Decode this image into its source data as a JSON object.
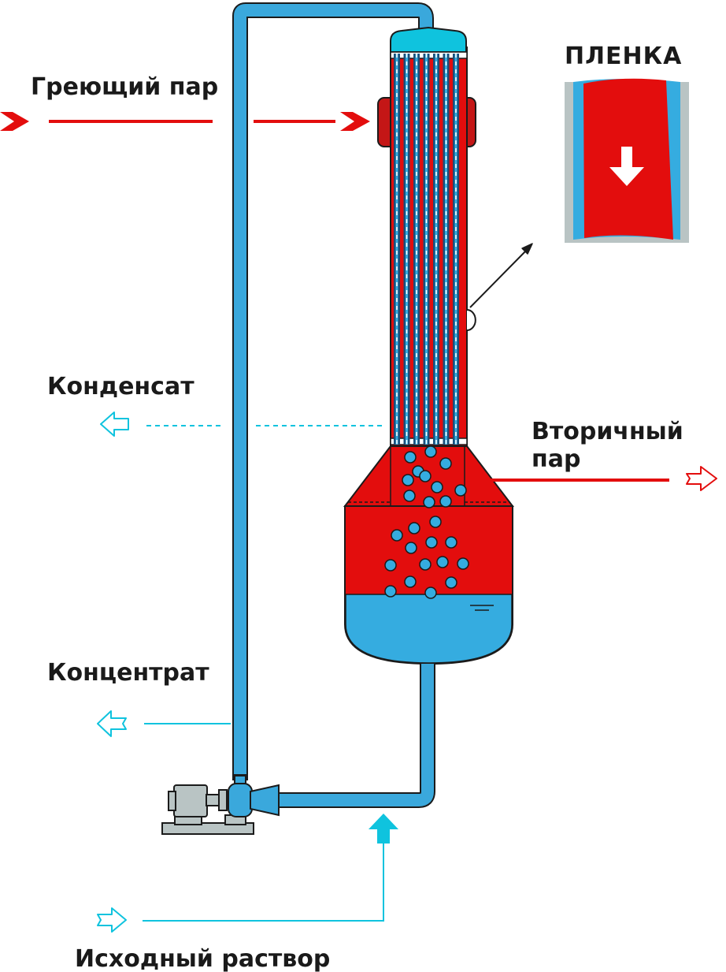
{
  "labels": {
    "heating_steam": "Греющий пар",
    "film": "ПЛЕНКА",
    "condensate": "Конденсат",
    "secondary_steam_line1": "Вторичный",
    "secondary_steam_line2": "пар",
    "concentrate": "Концентрат",
    "feed_solution": "Исходный раствор"
  },
  "colors": {
    "steam_red": "#e30d0d",
    "dark_red": "#c41616",
    "liquid_blue": "#35ace0",
    "cyan": "#0fc3de",
    "pipe_blue": "#3aa8dc",
    "grey": "#b9c4c4"
  },
  "icons": {
    "heating_in": "red-chevron-arrow-right",
    "condensate_out": "cyan-outline-arrow-left",
    "secondary_out": "red-outline-arrow-right",
    "concentrate_out": "cyan-outline-arrow-left",
    "feed_in": "cyan-outline-arrow-right",
    "feed_up": "cyan-solid-arrow-up",
    "film_flow": "white-arrow-down"
  }
}
